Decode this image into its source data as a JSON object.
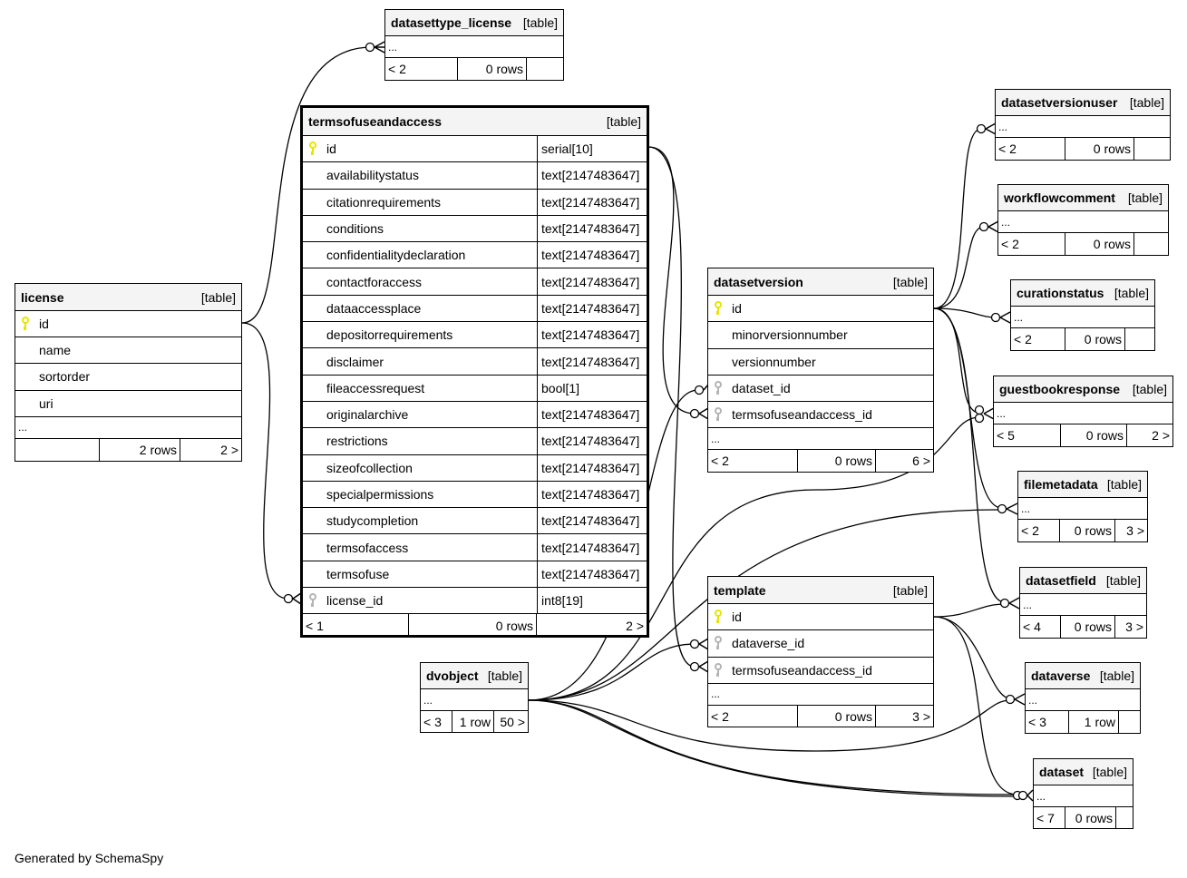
{
  "footer": "Generated by SchemaSpy",
  "kind_label": "[table]",
  "ellipsis": "...",
  "tables": {
    "datasettype_license": {
      "name": "datasettype_license",
      "parents": "< 2",
      "rows": "0 rows",
      "children": ""
    },
    "termsofuseandaccess": {
      "name": "termsofuseandaccess",
      "columns": [
        {
          "name": "id",
          "type": "serial[10]",
          "key": "primary"
        },
        {
          "name": "availabilitystatus",
          "type": "text[2147483647]",
          "key": ""
        },
        {
          "name": "citationrequirements",
          "type": "text[2147483647]",
          "key": ""
        },
        {
          "name": "conditions",
          "type": "text[2147483647]",
          "key": ""
        },
        {
          "name": "confidentialitydeclaration",
          "type": "text[2147483647]",
          "key": ""
        },
        {
          "name": "contactforaccess",
          "type": "text[2147483647]",
          "key": ""
        },
        {
          "name": "dataaccessplace",
          "type": "text[2147483647]",
          "key": ""
        },
        {
          "name": "depositorrequirements",
          "type": "text[2147483647]",
          "key": ""
        },
        {
          "name": "disclaimer",
          "type": "text[2147483647]",
          "key": ""
        },
        {
          "name": "fileaccessrequest",
          "type": "bool[1]",
          "key": ""
        },
        {
          "name": "originalarchive",
          "type": "text[2147483647]",
          "key": ""
        },
        {
          "name": "restrictions",
          "type": "text[2147483647]",
          "key": ""
        },
        {
          "name": "sizeofcollection",
          "type": "text[2147483647]",
          "key": ""
        },
        {
          "name": "specialpermissions",
          "type": "text[2147483647]",
          "key": ""
        },
        {
          "name": "studycompletion",
          "type": "text[2147483647]",
          "key": ""
        },
        {
          "name": "termsofaccess",
          "type": "text[2147483647]",
          "key": ""
        },
        {
          "name": "termsofuse",
          "type": "text[2147483647]",
          "key": ""
        },
        {
          "name": "license_id",
          "type": "int8[19]",
          "key": "foreign"
        }
      ],
      "parents": "< 1",
      "rows": "0 rows",
      "children": "2 >"
    },
    "license": {
      "name": "license",
      "columns": [
        {
          "name": "id",
          "key": "primary"
        },
        {
          "name": "name",
          "key": ""
        },
        {
          "name": "sortorder",
          "key": ""
        },
        {
          "name": "uri",
          "key": ""
        }
      ],
      "parents": "",
      "rows": "2 rows",
      "children": "2 >"
    },
    "datasetversion": {
      "name": "datasetversion",
      "columns": [
        {
          "name": "id",
          "key": "primary"
        },
        {
          "name": "minorversionnumber",
          "key": ""
        },
        {
          "name": "versionnumber",
          "key": ""
        },
        {
          "name": "dataset_id",
          "key": "foreign"
        },
        {
          "name": "termsofuseandaccess_id",
          "key": "foreign"
        }
      ],
      "parents": "< 2",
      "rows": "0 rows",
      "children": "6 >"
    },
    "template": {
      "name": "template",
      "columns": [
        {
          "name": "id",
          "key": "primary"
        },
        {
          "name": "dataverse_id",
          "key": "foreign"
        },
        {
          "name": "termsofuseandaccess_id",
          "key": "foreign"
        }
      ],
      "parents": "< 2",
      "rows": "0 rows",
      "children": "3 >"
    },
    "dvobject": {
      "name": "dvobject",
      "parents": "< 3",
      "rows": "1 row",
      "children": "50 >"
    },
    "datasetversionuser": {
      "name": "datasetversionuser",
      "parents": "< 2",
      "rows": "0 rows",
      "children": ""
    },
    "workflowcomment": {
      "name": "workflowcomment",
      "parents": "< 2",
      "rows": "0 rows",
      "children": ""
    },
    "curationstatus": {
      "name": "curationstatus",
      "parents": "< 2",
      "rows": "0 rows",
      "children": ""
    },
    "guestbookresponse": {
      "name": "guestbookresponse",
      "parents": "< 5",
      "rows": "0 rows",
      "children": "2 >"
    },
    "filemetadata": {
      "name": "filemetadata",
      "parents": "< 2",
      "rows": "0 rows",
      "children": "3 >"
    },
    "datasetfield": {
      "name": "datasetfield",
      "parents": "< 4",
      "rows": "0 rows",
      "children": "3 >"
    },
    "dataverse": {
      "name": "dataverse",
      "parents": "< 3",
      "rows": "1 row",
      "children": ""
    },
    "dataset": {
      "name": "dataset",
      "parents": "< 7",
      "rows": "0 rows",
      "children": ""
    }
  },
  "colors": {
    "primary_key": "#e6e600",
    "foreign_key": "#b4b4b4",
    "header_bg": "#f4f4f4"
  }
}
